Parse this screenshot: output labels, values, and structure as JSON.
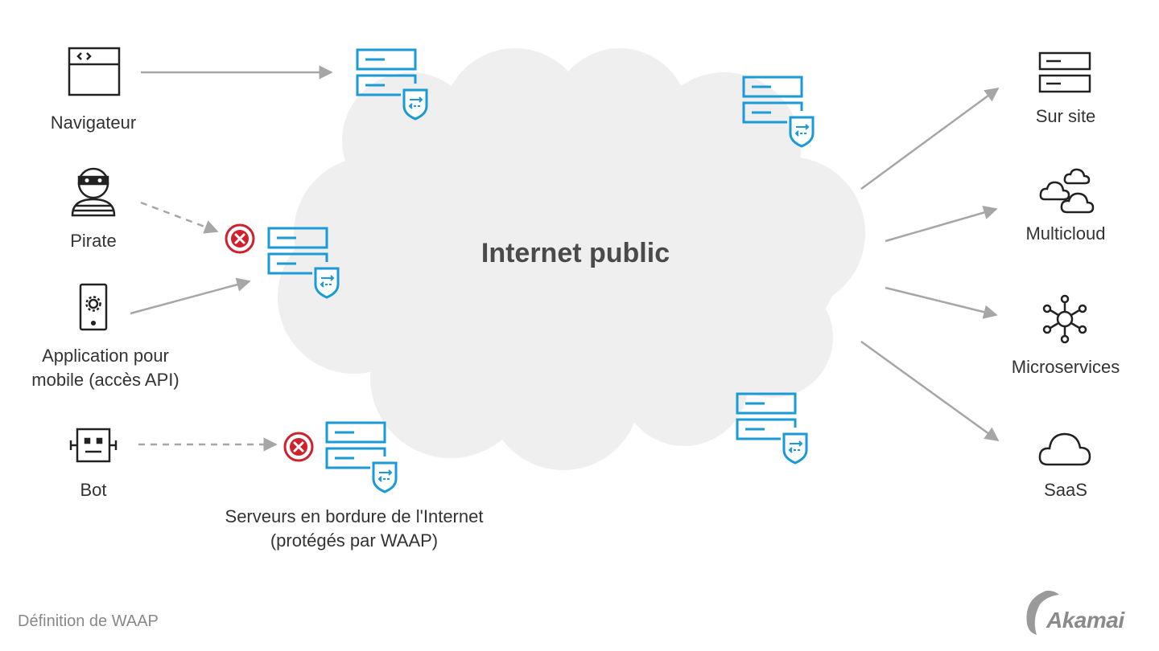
{
  "diagram": {
    "center_label": "Internet public",
    "clients": {
      "browser": "Navigateur",
      "hacker": "Pirate",
      "mobile_line1": "Application pour",
      "mobile_line2": "mobile (accès API)",
      "bot": "Bot"
    },
    "edge_servers": {
      "line1": "Serveurs en bordure de l'Internet",
      "line2": "(protégés par WAAP)"
    },
    "destinations": {
      "onprem": "Sur site",
      "multicloud": "Multicloud",
      "microservices": "Microservices",
      "saas": "SaaS"
    },
    "footer_caption": "Définition de WAAP",
    "brand": "Akamai",
    "colors": {
      "server_blue": "#1a9ad6",
      "block_red": "#d0202c",
      "cloud_fill": "#efefef",
      "arrow_gray": "#a6a6a6",
      "icon_dark": "#222222"
    }
  }
}
